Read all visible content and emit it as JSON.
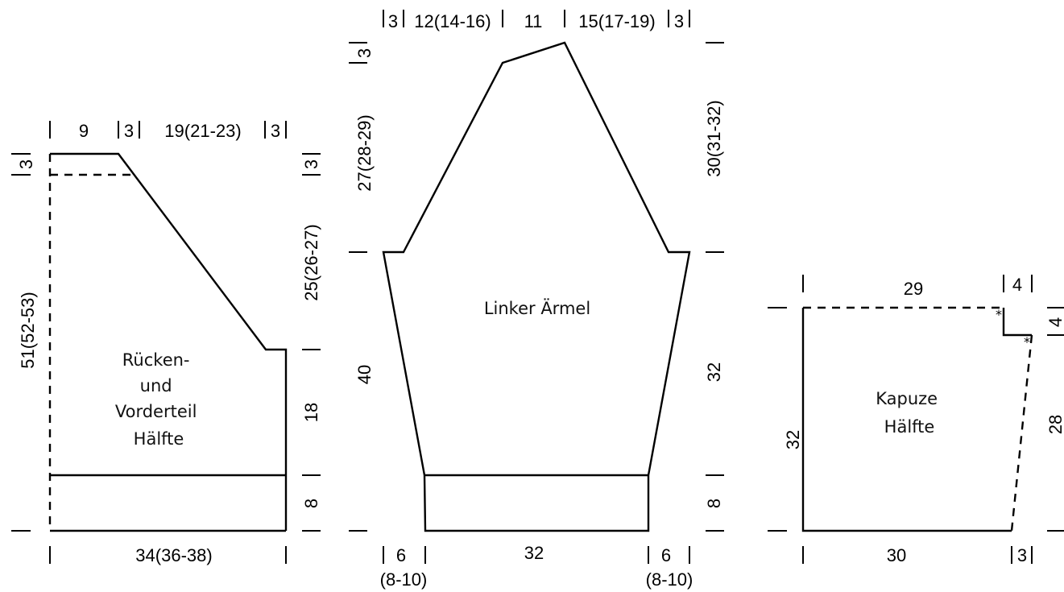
{
  "body_piece": {
    "label": [
      "Rücken-",
      "und",
      "Vorderteil",
      "Hälfte"
    ],
    "top": {
      "neck": "9",
      "gap1": "3",
      "shoulder": "19(21-23)",
      "gap2": "3"
    },
    "left": {
      "top": "3",
      "total": "51(52-53)"
    },
    "right": {
      "top": "3",
      "raglan": "25(26-27)",
      "side": "18",
      "rib": "8"
    },
    "bottom": {
      "width": "34(36-38)"
    }
  },
  "sleeve": {
    "label": "Linker Ärmel",
    "top": {
      "a": "3",
      "b": "12(14-16)",
      "c": "11",
      "d": "15(17-19)",
      "e": "3"
    },
    "left": {
      "top": "3",
      "cap": "27(28-29)",
      "length": "40"
    },
    "right": {
      "cap": "30(31-32)",
      "length": "32",
      "rib": "8"
    },
    "bottom": {
      "left_a": "6",
      "left_b": "(8-10)",
      "middle": "32",
      "right_a": "6",
      "right_b": "(8-10)"
    }
  },
  "hood": {
    "label": [
      "Kapuze",
      "Hälfte"
    ],
    "top": {
      "width": "29",
      "notch": "4"
    },
    "left": {
      "height": "32"
    },
    "right": {
      "notch": "4",
      "height": "28"
    },
    "bottom": {
      "width": "30",
      "gap": "3"
    },
    "marker": "*"
  }
}
